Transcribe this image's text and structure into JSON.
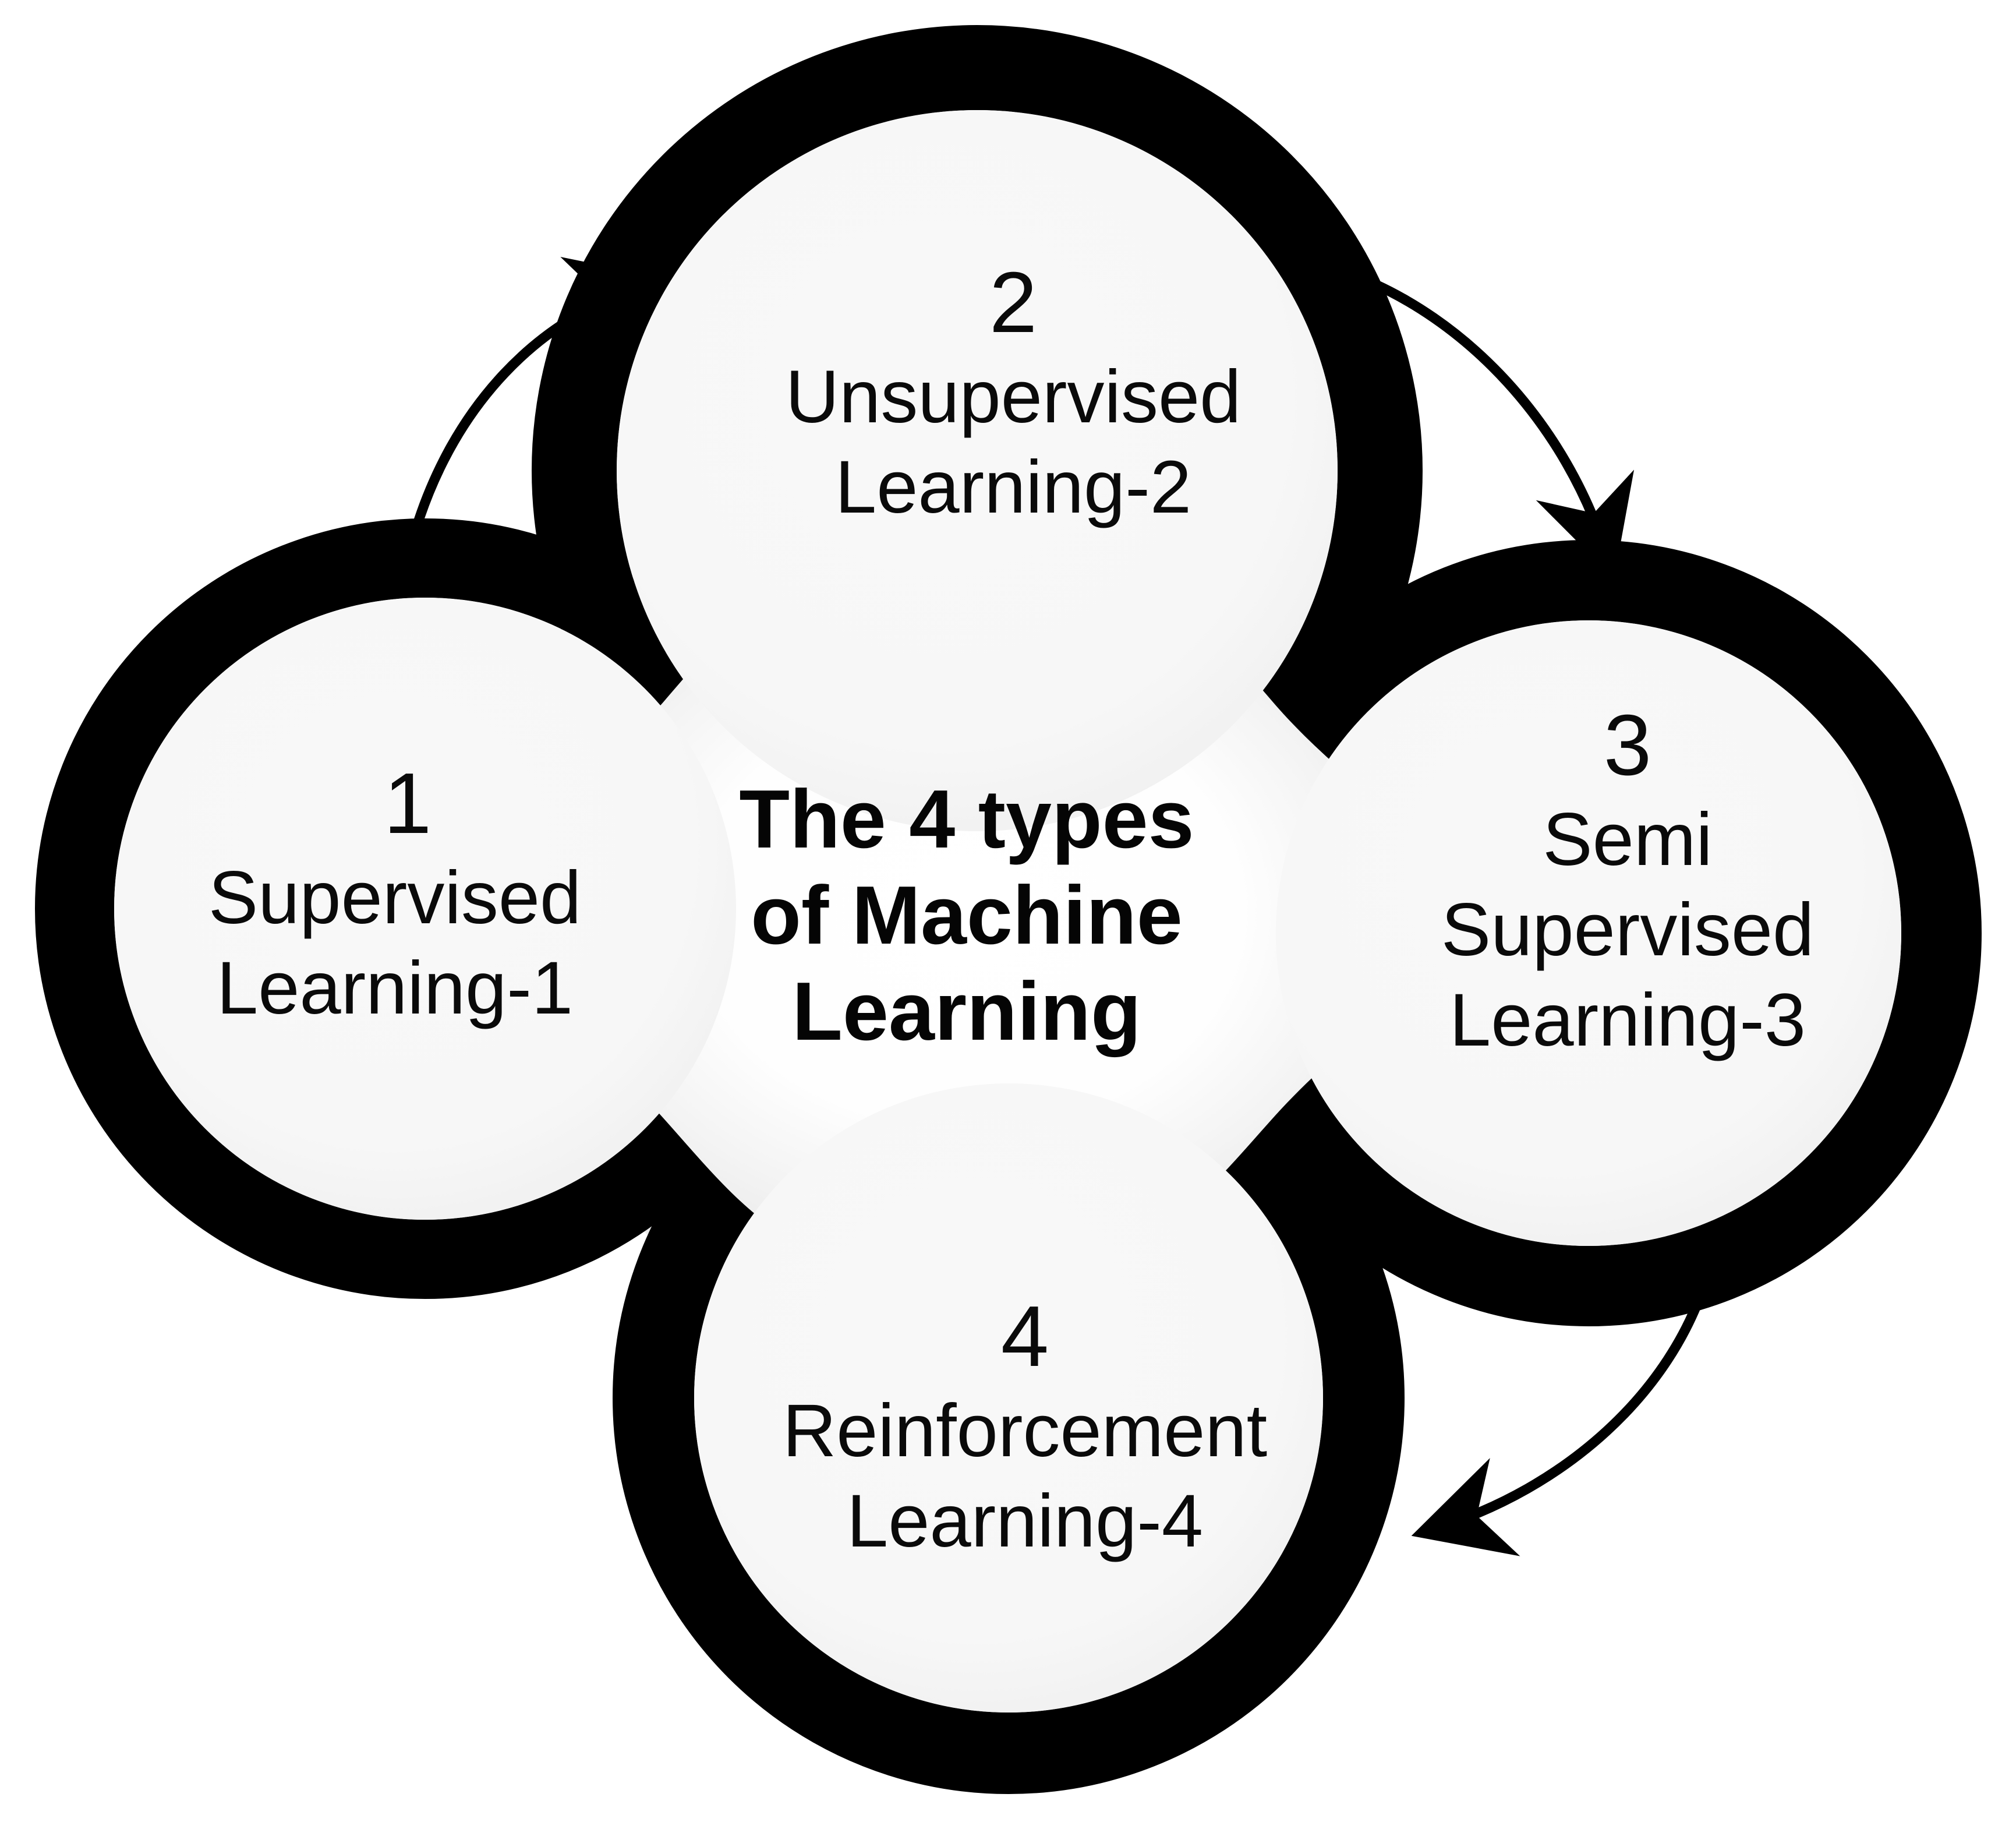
{
  "diagram": {
    "type": "cycle-diagram",
    "background_color": "#ffffff",
    "ring_color": "#000000",
    "inner_circle_color": "#f7f7f7",
    "text_color": "#0a0a0a",
    "center": {
      "title_line1": "The 4 types",
      "title_line2": "of Machine",
      "title_line3": "Learning",
      "title_full": "The 4 types of Machine Learning"
    },
    "nodes": [
      {
        "id": "node-1",
        "position": "left",
        "number": "1",
        "label_line1": "Supervised",
        "label_line2": "Learning-1",
        "label_line3": "",
        "label_full": "Supervised Learning-1"
      },
      {
        "id": "node-2",
        "position": "top",
        "number": "2",
        "label_line1": "Unsupervised",
        "label_line2": "Learning-2",
        "label_line3": "",
        "label_full": "Unsupervised Learning-2"
      },
      {
        "id": "node-3",
        "position": "right",
        "number": "3",
        "label_line1": "Semi",
        "label_line2": "Supervised",
        "label_line3": "Learning-3",
        "label_full": "Semi Supervised Learning-3"
      },
      {
        "id": "node-4",
        "position": "bottom",
        "number": "4",
        "label_line1": "Reinforcement",
        "label_line2": "Learning-4",
        "label_line3": "",
        "label_full": "Reinforcement Learning-4"
      }
    ],
    "connectors": [
      {
        "id": "arrow-1-to-2",
        "from": "node-1",
        "to": "node-2",
        "direction": "up-right"
      },
      {
        "id": "arrow-2-to-3",
        "from": "node-2",
        "to": "node-3",
        "direction": "down-right"
      },
      {
        "id": "arrow-3-to-4",
        "from": "node-3",
        "to": "node-4",
        "direction": "down-left"
      }
    ]
  }
}
